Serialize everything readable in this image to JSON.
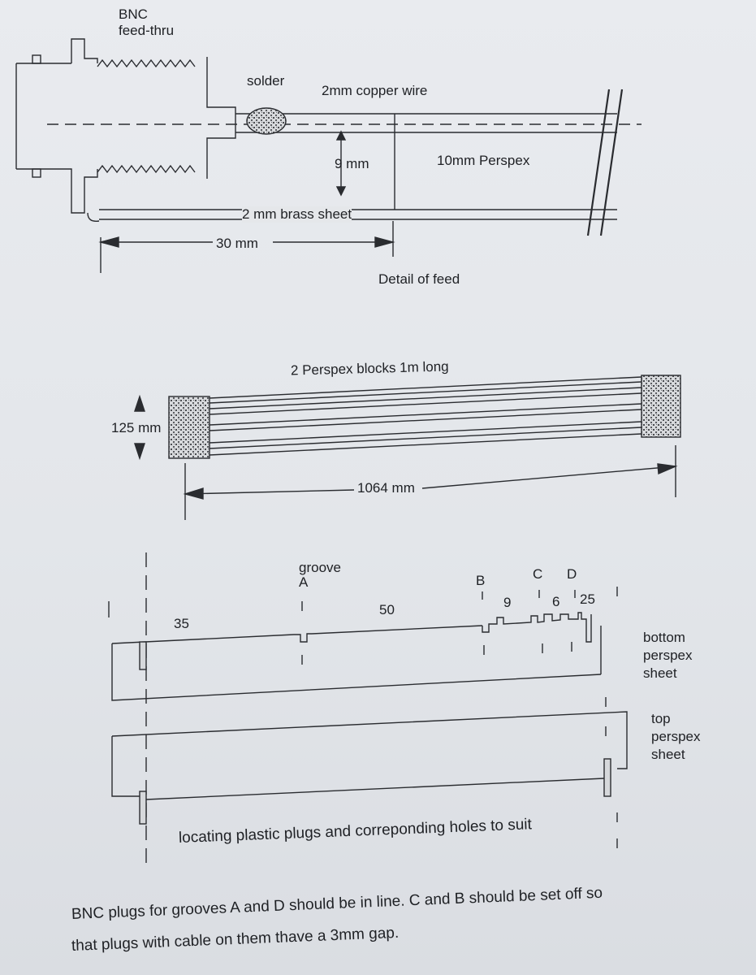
{
  "feed_detail": {
    "bnc_label": "BNC\nfeed-thru",
    "solder": "solder",
    "copper_wire": "2mm copper wire",
    "gap_9mm": "9 mm",
    "perspex_10mm": "10mm Perspex",
    "brass_sheet": "2 mm brass sheet",
    "dim_30mm": "30 mm",
    "caption": "Detail of feed"
  },
  "blocks": {
    "title": "2 Perspex blocks 1m long",
    "dim_125mm": "125 mm",
    "dim_1064mm": "1064 mm"
  },
  "sheets": {
    "groove_a": "groove\nA",
    "dim_35": "35",
    "dim_50": "50",
    "groove_b": "B",
    "dim_9": "9",
    "groove_c": "C",
    "groove_d": "D",
    "dim_6": "6",
    "dim_25": "25",
    "bottom_label": "bottom\nperspex\nsheet",
    "top_label": "top\nperspex\nsheet",
    "plugs_note": "locating plastic plugs and correponding holes to suit"
  },
  "footer": {
    "line1": "BNC plugs for grooves A and D should be in line. C  and B should be set off so",
    "line2": "that plugs with cable on them thave a 3mm gap."
  }
}
